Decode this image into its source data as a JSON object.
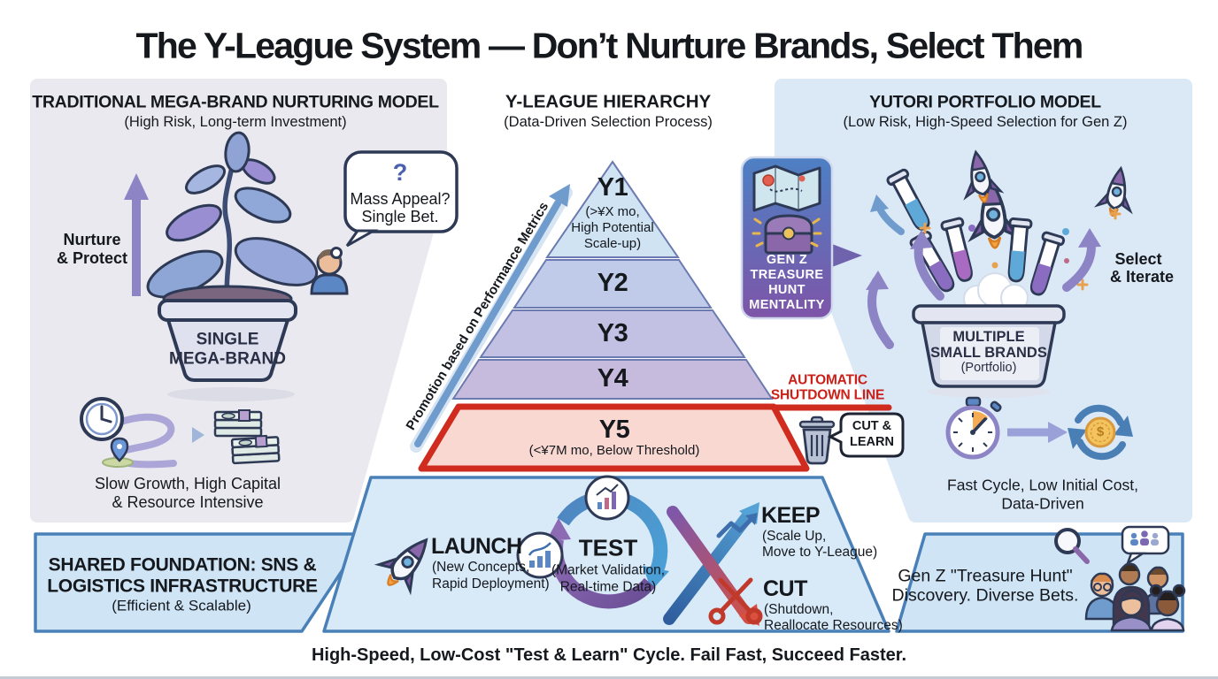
{
  "title": "The Y-League System — Don’t Nurture Brands, Select Them",
  "left_panel": {
    "title": "TRADITIONAL MEGA-BRAND NURTURING MODEL",
    "subtitle": "(High Risk, Long-term Investment)",
    "nurture_lines": [
      "Nurture",
      "& Protect"
    ],
    "thought_bubble": {
      "mark": "?",
      "lines": [
        "Mass Appeal?",
        "Single Bet."
      ]
    },
    "pot_lines": [
      "SINGLE",
      "MEGA-BRAND"
    ],
    "caption_lines": [
      "Slow Growth, High Capital",
      "& Resource Intensive"
    ]
  },
  "center_panel": {
    "title": "Y-LEAGUE HIERARCHY",
    "subtitle": "(Data-Driven Selection Process)",
    "promotion_label": "Promotion based on Performance Metrics",
    "levels": [
      {
        "label": "Y1",
        "caption_lines": [
          "(>¥X mo,",
          "High Potential",
          "Scale-up)"
        ],
        "color": "#cfe3f3"
      },
      {
        "label": "Y2",
        "color": "#bfcbe9"
      },
      {
        "label": "Y3",
        "color": "#c2c1e3"
      },
      {
        "label": "Y4",
        "color": "#c6badd"
      },
      {
        "label": "Y5",
        "caption": "(<¥7M mo, Below Threshold)",
        "color": "#f9d8d1"
      }
    ],
    "shutdown_lines": [
      "AUTOMATIC",
      "SHUTDOWN LINE"
    ],
    "cut_learn_lines": [
      "CUT &",
      "LEARN"
    ]
  },
  "right_panel": {
    "title": "YUTORI PORTFOLIO MODEL",
    "subtitle": "(Low Risk, High-Speed Selection for Gen Z)",
    "genz_card_lines": [
      "GEN Z",
      "TREASURE",
      "HUNT",
      "MENTALITY"
    ],
    "container_lines": [
      "MULTIPLE",
      "SMALL BRANDS",
      "(Portfolio)"
    ],
    "select_lines": [
      "Select",
      "& Iterate"
    ],
    "caption_lines": [
      "Fast Cycle, Low Initial Cost,",
      "Data-Driven"
    ],
    "coin_symbol": "$"
  },
  "foundation": {
    "title_lines": [
      "SHARED FOUNDATION: SNS &",
      "LOGISTICS INFRASTRUCTURE"
    ],
    "subtitle": "(Efficient & Scalable)"
  },
  "cycle": {
    "launch": {
      "label": "LAUNCH",
      "caption_lines": [
        "(New Concepts,",
        "Rapid Deployment)"
      ]
    },
    "test": {
      "label": "TEST",
      "caption_lines": [
        "(Market Validation,",
        "Real-time Data)"
      ]
    },
    "keep": {
      "label": "KEEP",
      "caption_lines": [
        "(Scale Up,",
        "Move to Y-League)"
      ]
    },
    "cut": {
      "label": "CUT",
      "caption_lines": [
        "(Shutdown,",
        "Reallocate Resources)"
      ]
    }
  },
  "bottom_right": {
    "lines": [
      "Gen Z \"Treasure Hunt\"",
      "Discovery. Diverse Bets."
    ]
  },
  "footer": "High-Speed, Low-Cost \"Test & Learn\" Cycle. Fail Fast, Succeed Faster.",
  "colors": {
    "accent_red": "#cb2018",
    "panel_left": "#e9e9ef",
    "panel_right": "#dbe9f7",
    "box_blue": "#cfe4f5",
    "border_blue": "#4a80b8",
    "arrow_purple": "#8d84c6",
    "arrow_blue": "#6f9bcd"
  },
  "icons": [
    "plant-icon",
    "person-icon",
    "question-mark",
    "up-arrow-icon",
    "clock-route-icon",
    "money-stack-icon",
    "map-icon",
    "treasure-chest-icon",
    "rocket-icon",
    "test-tube-icon",
    "stopwatch-icon",
    "coin-cycle-icon",
    "trash-icon",
    "scissors-icon",
    "zigzag-arrow-icon",
    "magnifier-icon",
    "people-group-icon",
    "chart-icon"
  ]
}
